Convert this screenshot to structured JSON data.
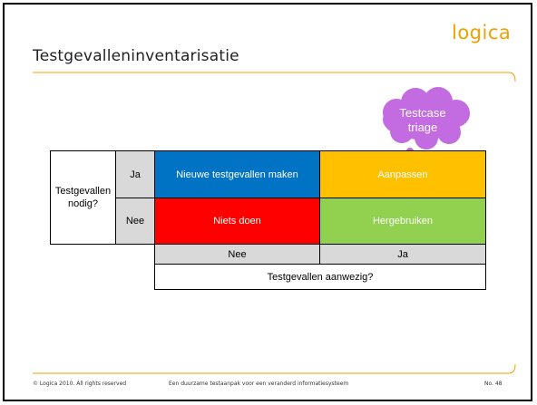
{
  "slide": {
    "title": "Testgevalleninventarisatie",
    "logo_text": "logica",
    "bubble_text": "Testcase triage",
    "colors": {
      "blue": "#0073c4",
      "orange": "#ffc000",
      "red": "#ff0000",
      "green": "#92d050",
      "gray": "#d9d9d9",
      "purple": "#c36be0",
      "logo": "#f1a000"
    }
  },
  "matrix": {
    "row_axis_label": "Testgevallen nodig?",
    "row_ja": "Ja",
    "row_nee": "Nee",
    "cell_ja_nee": "Nieuwe testgevallen maken",
    "cell_ja_ja": "Aanpassen",
    "cell_nee_nee": "Niets doen",
    "cell_nee_ja": "Hergebruiken",
    "col_nee": "Nee",
    "col_ja": "Ja",
    "col_axis_label": "Testgevallen aanwezig?"
  },
  "footer": {
    "copyright": "© Logica 2010. All rights reserved",
    "subtitle": "Een duurzame testaanpak voor een veranderd informatiesysteem",
    "page_number": "No. 48"
  }
}
